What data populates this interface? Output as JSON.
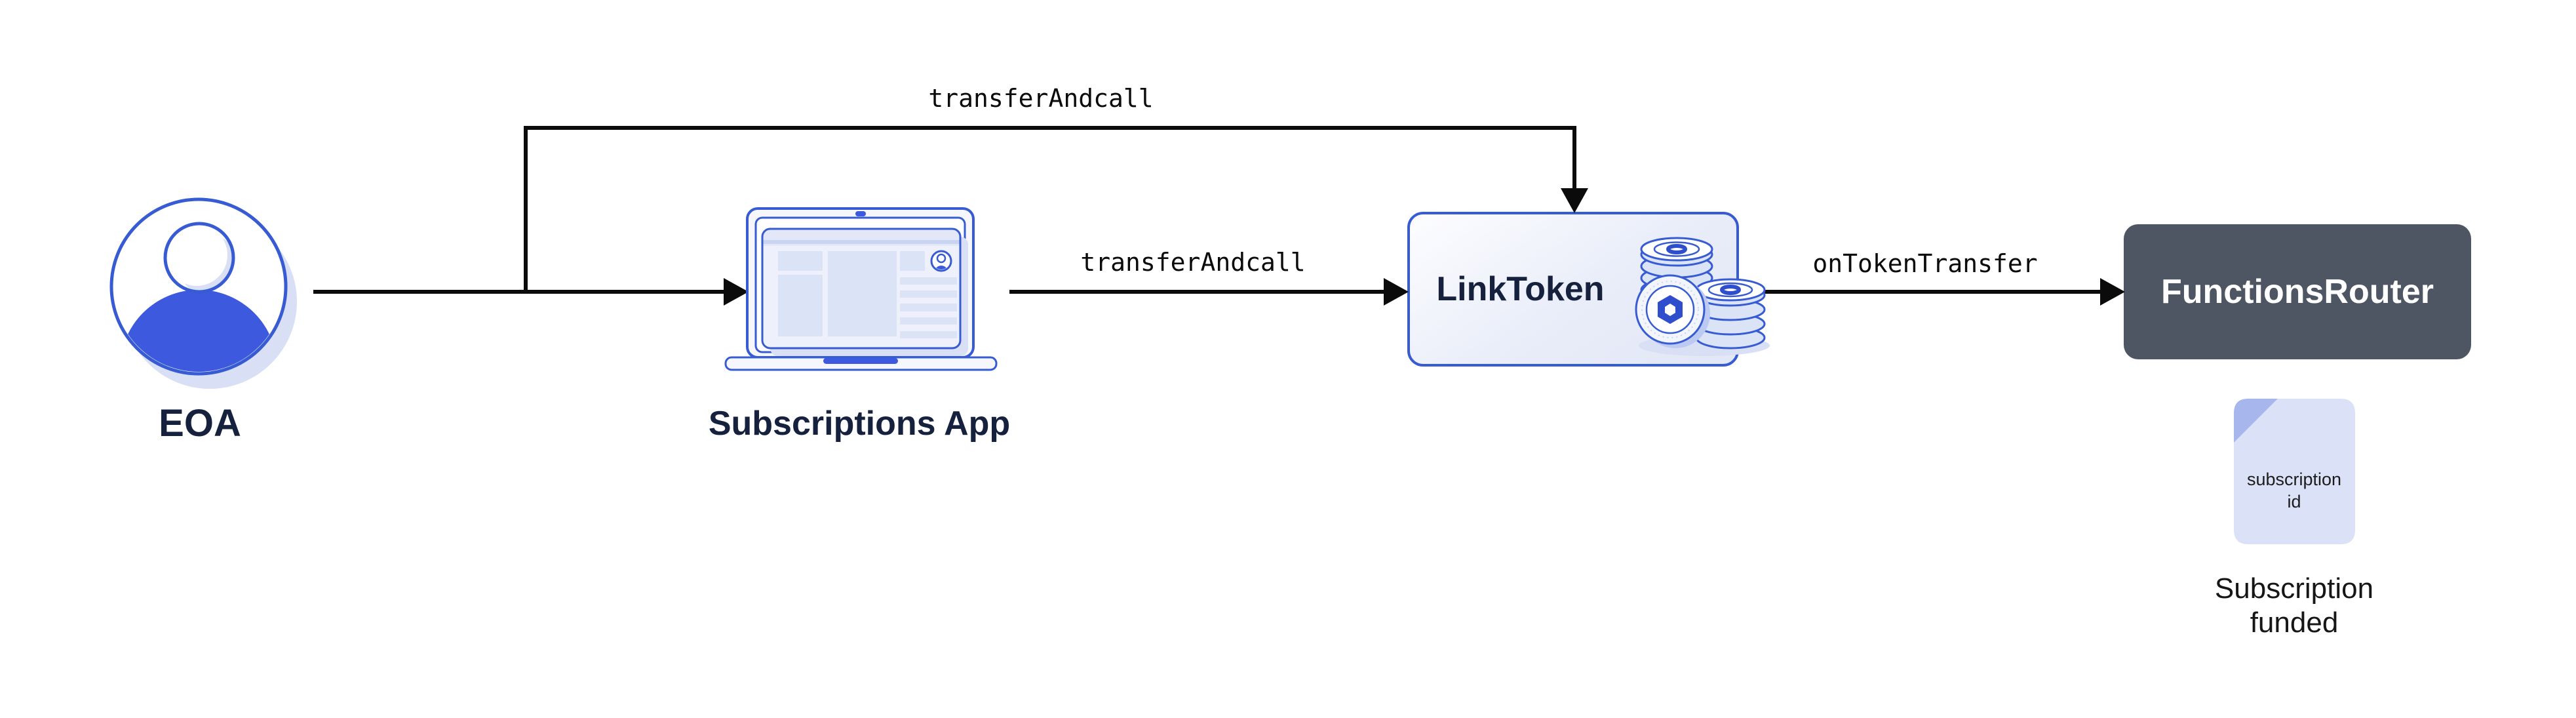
{
  "diagram": {
    "nodes": {
      "eoa": {
        "label": "EOA"
      },
      "subscriptions_app": {
        "label": "Subscriptions App"
      },
      "link_token": {
        "label": "LinkToken"
      },
      "functions_router": {
        "label": "FunctionsRouter"
      }
    },
    "edges": {
      "eoa_to_linktoken": {
        "label": "transferAndcall"
      },
      "app_to_linktoken": {
        "label": "transferAndcall"
      },
      "linktoken_to_router": {
        "label": "onTokenTransfer"
      }
    },
    "artifact": {
      "doc_line1": "subscription",
      "doc_line2": "id",
      "caption_line1": "Subscription",
      "caption_line2": "funded"
    },
    "icons": {
      "eoa": "user-avatar-icon",
      "subscriptions_app": "laptop-browser-icon",
      "link_token": "link-coin-stack-icon",
      "artifact": "document-icon"
    },
    "colors": {
      "accent_blue": "#375BD2",
      "fill_blue": "#3D59DD",
      "dark_navy": "#16213E",
      "slate": "#4E5663",
      "light_fill": "#DBE3F7",
      "soft_shadow": "#D9E0F5",
      "line_black": "#0B0B0B"
    }
  }
}
